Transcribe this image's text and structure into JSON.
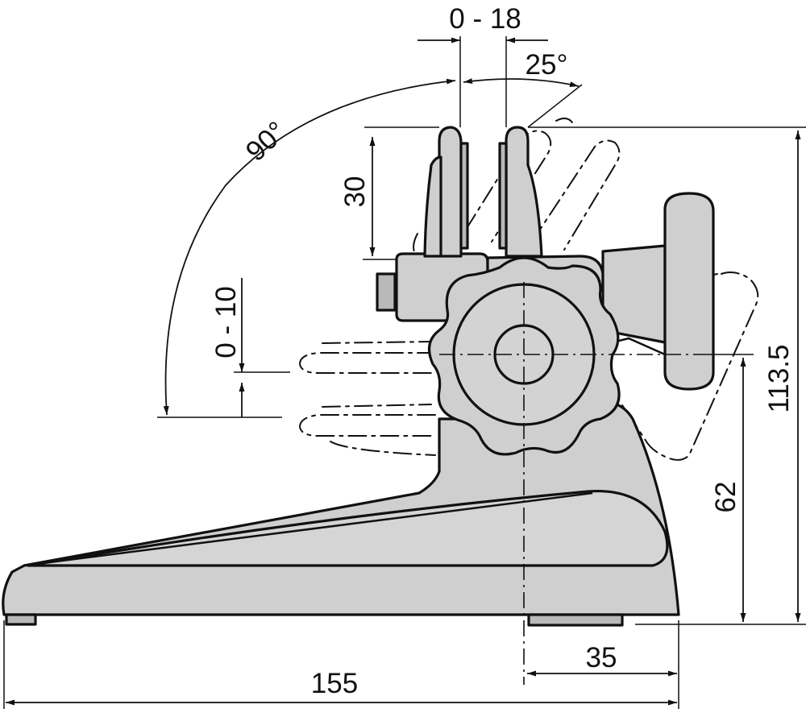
{
  "dimensions": {
    "jaw_opening": "0 - 18",
    "tilt_angle": "25°",
    "swing_angle": "90°",
    "jaw_height": "30",
    "height_adjust": "0 - 10",
    "total_height": "113.5",
    "pivot_height": "62",
    "foot_offset": "35",
    "base_length": "155"
  }
}
